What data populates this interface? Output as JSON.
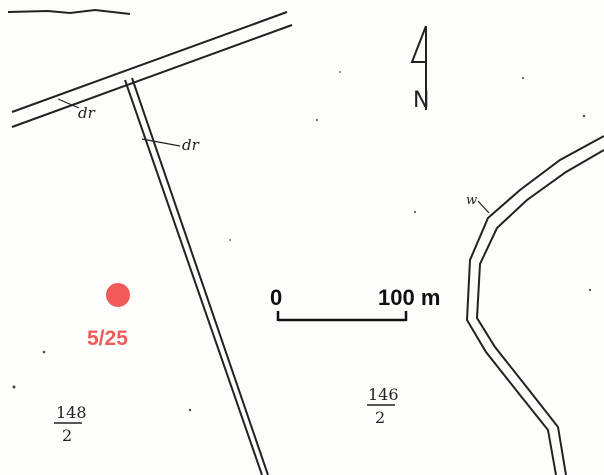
{
  "road_labels": {
    "road_top": "dr",
    "road_diagonal": "dr"
  },
  "water_label": "w",
  "north_arrow_letter": "N",
  "scale_bar": {
    "start_label": "0",
    "end_label": "100 m"
  },
  "point": {
    "label": "5/25",
    "color": "#f05a5a"
  },
  "parcels": [
    {
      "numerator": "148",
      "denominator": "2"
    },
    {
      "numerator": "146",
      "denominator": "2"
    }
  ],
  "colors": {
    "ink": "#222222",
    "point": "#f05a5a"
  }
}
